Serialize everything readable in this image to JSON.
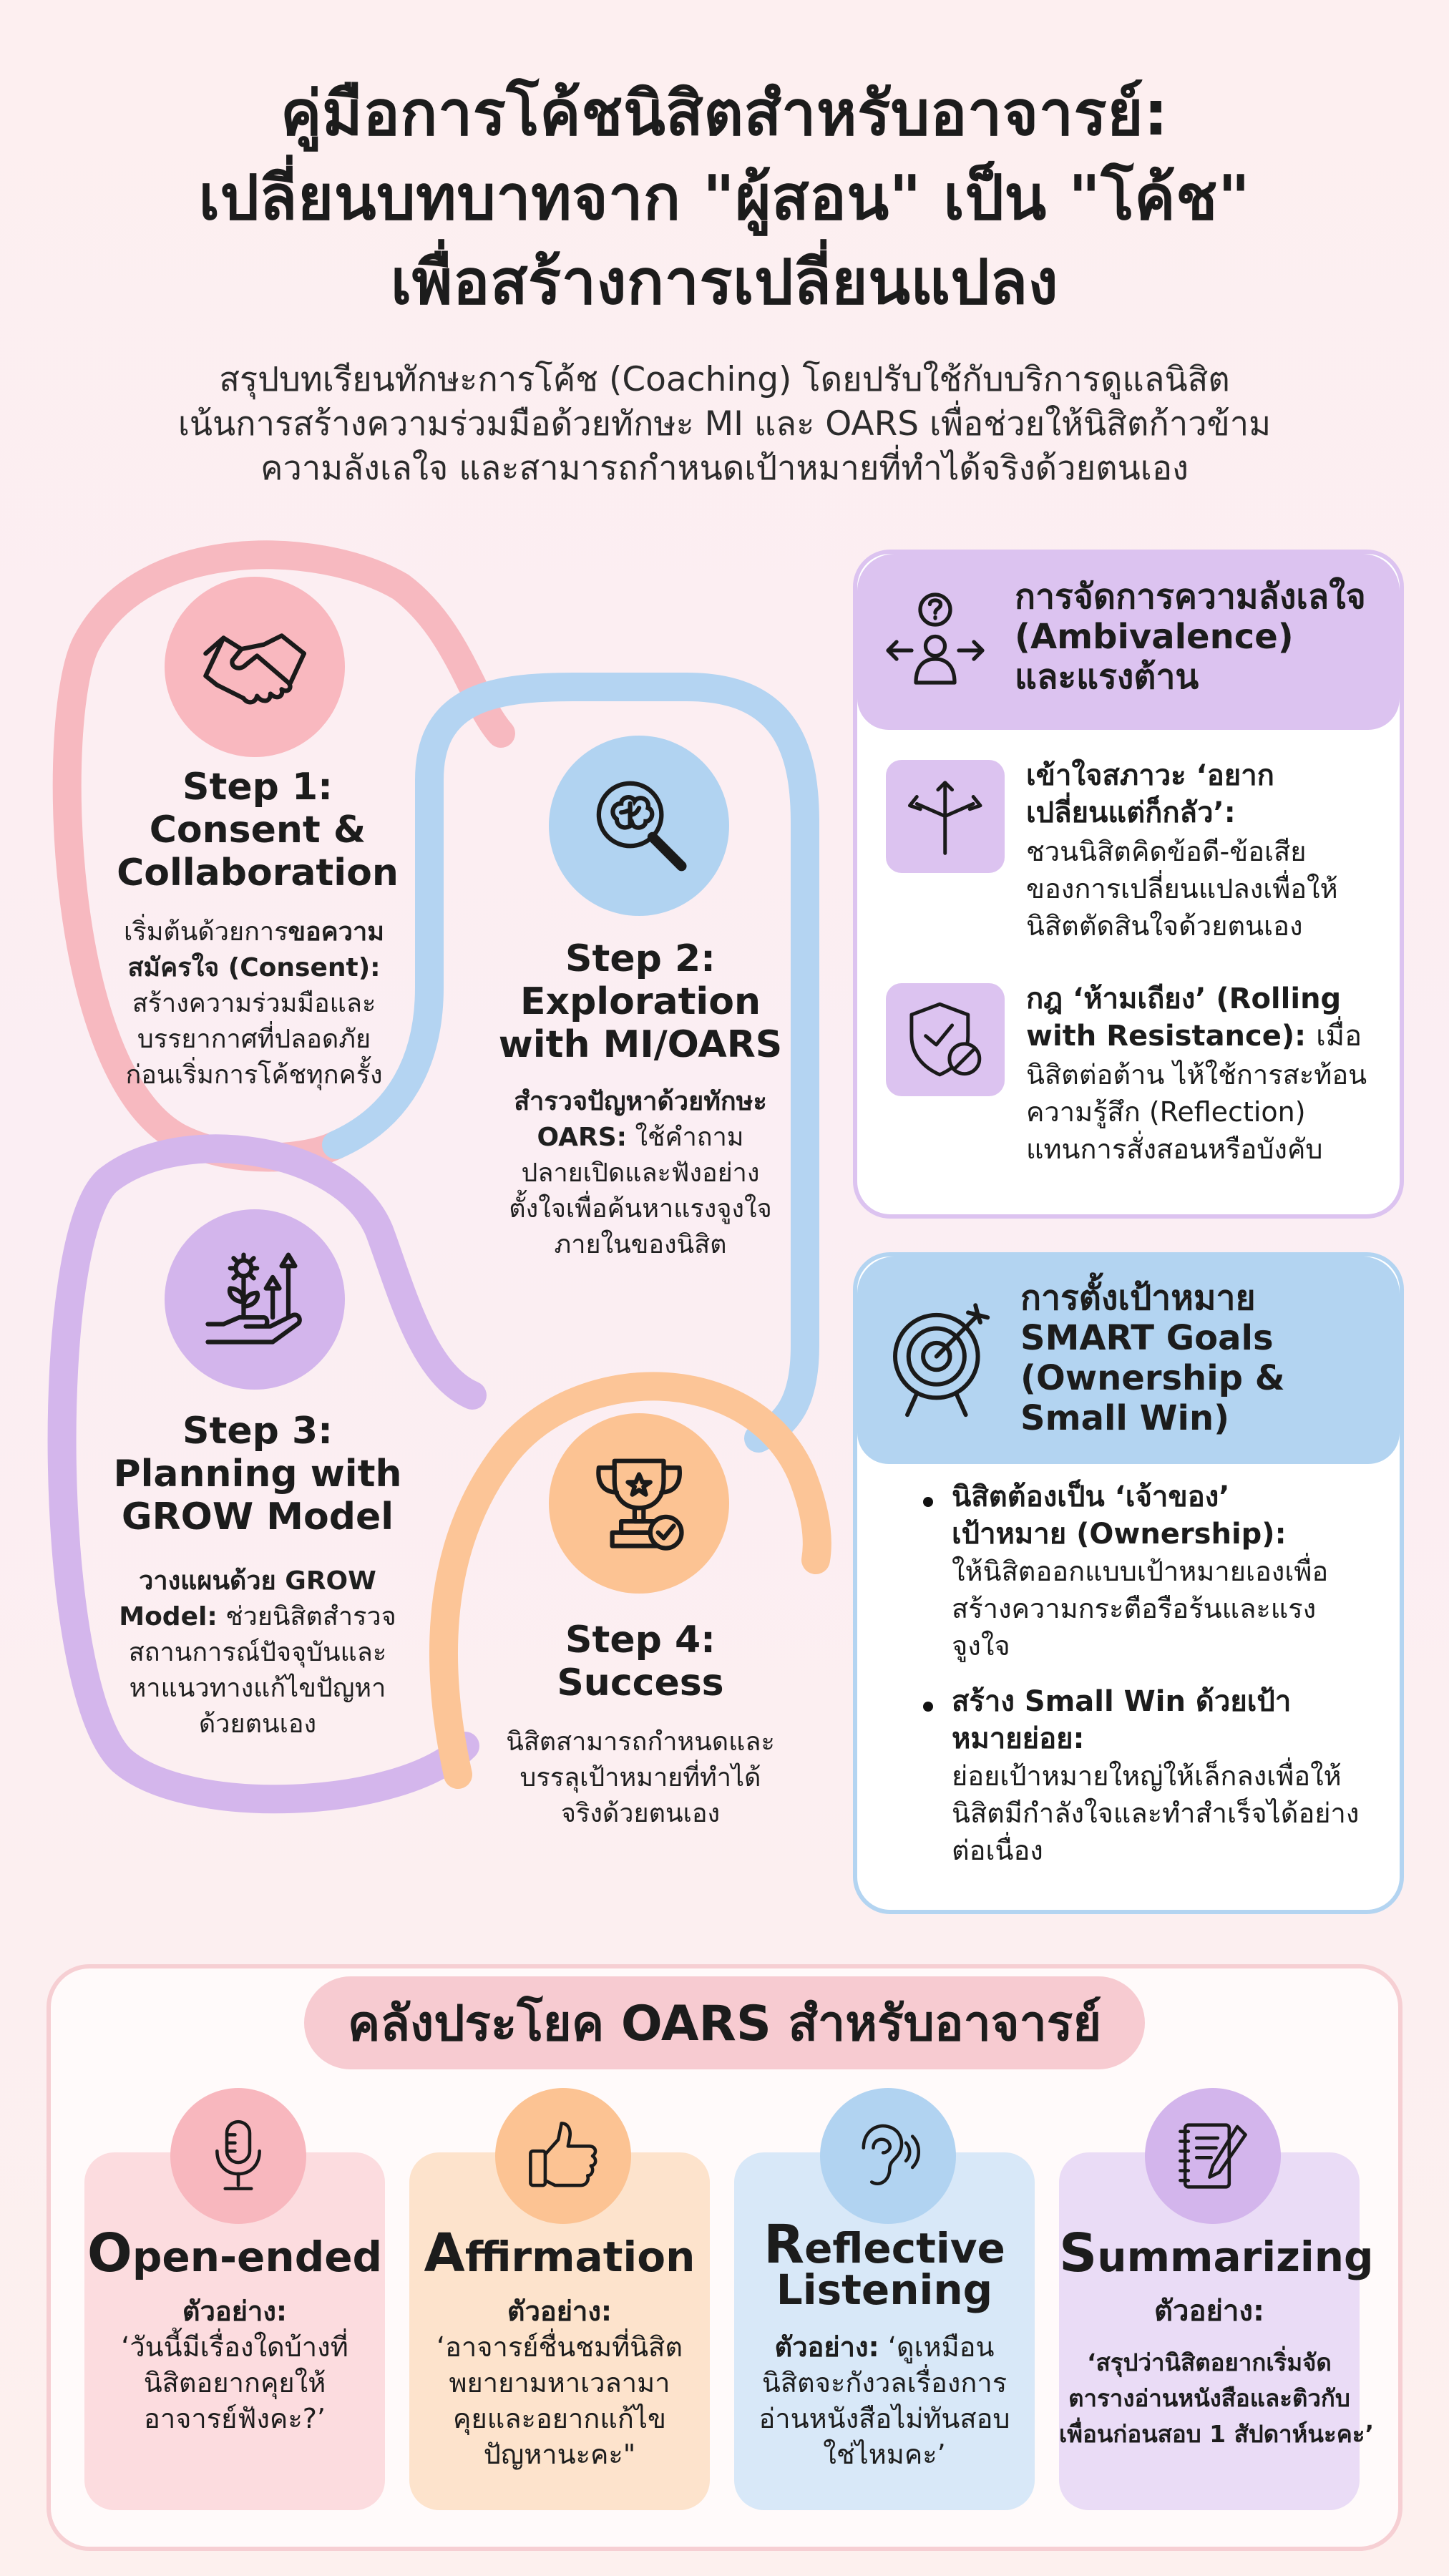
{
  "header": {
    "title_lines": [
      "คู่มือการโค้ชนิสิตสำหรับอาจารย์:",
      "เปลี่ยนบทบาทจาก \"ผู้สอน\" เป็น \"โค้ช\"",
      "เพื่อสร้างการเปลี่ยนแปลง"
    ],
    "subtitle_lines": [
      "สรุปบทเรียนทักษะการโค้ช (Coaching) โดยปรับใช้กับบริการดูแลนิสิต",
      "เน้นการสร้างความร่วมมือด้วยทักษะ MI และ OARS เพื่อช่วยให้นิสิตก้าวข้าม",
      "ความลังเลใจ และสามารถกำหนดเป้าหมายที่ทำได้จริงด้วยตนเอง"
    ]
  },
  "steps": [
    {
      "title_lines": [
        "Step 1:",
        "Consent &",
        "Collaboration"
      ],
      "desc_bold_lines": [
        "เริ่มต้นด้วยการขอความ",
        "สมัครใจ (Consent):"
      ],
      "desc_lines": [
        "สร้างความร่วมมือและ",
        "บรรยากาศที่ปลอดภัย",
        "ก่อนเริ่มการโค้ชทุกครั้ง"
      ],
      "icon": "handshake-icon"
    },
    {
      "title_lines": [
        "Step 2:",
        "Exploration",
        "with MI/OARS"
      ],
      "desc_bold_lines": [
        "สำรวจปัญหาด้วยทักษะ",
        "OARS:"
      ],
      "desc_lines": [
        "ใช้คำถาม",
        "ปลายเปิดและฟังอย่าง",
        "ตั้งใจเพื่อค้นหาแรงจูงใจ",
        "ภายในของนิสิต"
      ],
      "icon": "magnifier-brain-icon"
    },
    {
      "title_lines": [
        "Step 3:",
        "Planning with",
        "GROW Model"
      ],
      "desc_bold_lines": [
        "วางแผนด้วย GROW",
        "Model:"
      ],
      "desc_lines": [
        "ช่วยนิสิตสำรวจ",
        "สถานการณ์ปัจจุบันและ",
        "หาแนวทางแก้ไขปัญหา",
        "ด้วยตนเอง"
      ],
      "icon": "hand-plant-growth-icon"
    },
    {
      "title_lines": [
        "Step 4:",
        "Success"
      ],
      "desc_lines": [
        "นิสิตสามารถกำหนดและ",
        "บรรลุเป้าหมายที่ทำได้",
        "จริงด้วยตนเอง"
      ],
      "icon": "trophy-check-icon"
    }
  ],
  "ambivalence_card": {
    "title_lines": [
      "การจัดการความลังเลใจ",
      "(Ambivalence)",
      "และแรงต้าน"
    ],
    "icon": "person-question-arrows-icon",
    "items": [
      {
        "icon": "fork-arrows-icon",
        "title_lines": [
          "เข้าใจสภาวะ ‘อยาก",
          "เปลี่ยนแต่ก็กลัว’:"
        ],
        "desc_lines": [
          "ชวนนิสิตคิดข้อดี-ข้อเสีย",
          "ของการเปลี่ยนแปลงเพื่อให้",
          "นิสิตตัดสินใจด้วยตนเอง"
        ]
      },
      {
        "icon": "shield-no-icon",
        "title_lines": [
          "กฎ ‘ห้ามเถียง’ (Rolling",
          "with Resistance):"
        ],
        "title_tail": "เมื่อ",
        "desc_lines": [
          "นิสิตต่อต้าน ไห้ใช้การสะท้อน",
          "ความรู้สึก (Reflection)",
          "แทนการสั่งสอนหรือบังคับ"
        ]
      }
    ]
  },
  "goals_card": {
    "title_lines": [
      "การตั้งเป้าหมาย",
      "SMART Goals",
      "(Ownership &",
      "Small Win)"
    ],
    "icon": "target-arrow-icon",
    "bullets": [
      {
        "title_lines": [
          "นิสิตต้องเป็น ‘เจ้าของ’",
          "เป้าหมาย (Ownership):"
        ],
        "desc_lines": [
          "ให้นิสิตออกแบบเป้าหมายเองเพื่อ",
          "สร้างความกระตือรือร้นและแรง",
          "จูงใจ"
        ]
      },
      {
        "title_lines": [
          "สร้าง Small Win ด้วยเป้า",
          "หมายย่อย:"
        ],
        "desc_lines": [
          "ย่อยเป้าหมายใหญ่ให้เล็กลงเพื่อให้",
          "นิสิตมีกำลังใจและทำสำเร็จได้อย่าง",
          "ต่อเนื่อง"
        ]
      }
    ]
  },
  "oars": {
    "heading": "คลังประโยค OARS สำหรับอาจารย์",
    "cards": [
      {
        "icon": "microphone-icon",
        "initial": "O",
        "rest": "pen-ended",
        "example_label": "ตัวอย่าง:",
        "example_lines": [
          "‘วันนี้มีเรื่องใดบ้างที่",
          "นิสิตอยากคุยให้",
          "อาจารย์ฟังคะ?’"
        ]
      },
      {
        "icon": "thumbs-up-icon",
        "initial": "A",
        "rest": "ffirmation",
        "example_label": "ตัวอย่าง:",
        "example_lines": [
          "‘อาจารย์ชื่นชมที่นิสิต",
          "พยายามหาเวลามา",
          "คุยและอยากแก้ไข",
          "ปัญหานะคะ\""
        ]
      },
      {
        "icon": "ear-icon",
        "initial": "R",
        "rest_lines": [
          "eflective",
          "Listening"
        ],
        "example_label": "ตัวอย่าง:",
        "example_first_tail": "‘ดูเหมือน",
        "example_lines": [
          "นิสิตจะกังวลเรื่องการ",
          "อ่านหนังสือไม่ทันสอบ",
          "ใช่ไหมคะ’"
        ]
      },
      {
        "icon": "notebook-pen-icon",
        "initial": "S",
        "rest": "ummarizing",
        "example_label": "ตัวอย่าง:",
        "example_lines": [
          "‘สรุปว่านิสิตอยากเริ่มจัด",
          "ตารางอ่านหนังสือและติวกับ",
          "เพื่อนก่อนสอบ 1 สัปดาห์นะคะ’"
        ]
      }
    ]
  },
  "colors": {
    "pink": "#f7b6bd",
    "blue": "#a9cff0",
    "purple": "#d2b2ec",
    "orange": "#fbc291",
    "purple_head": "#dcc3f0",
    "blue_head": "#b3d4f1",
    "card_pink": "#fcdcdf",
    "card_orange": "#fde3cc",
    "card_blue": "#d8e8f8",
    "card_purple": "#eadcf6"
  }
}
